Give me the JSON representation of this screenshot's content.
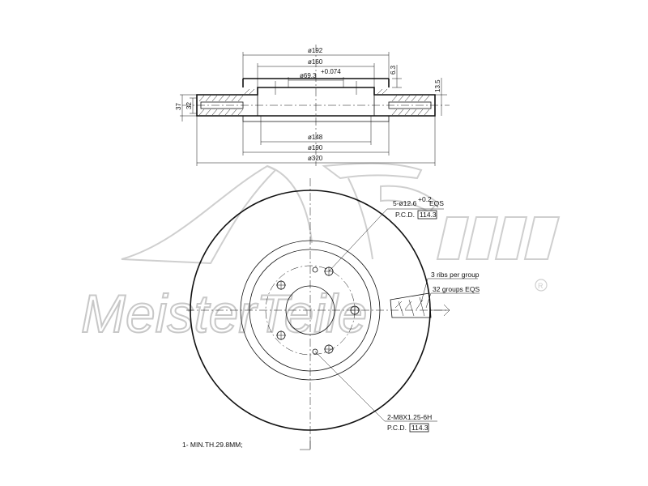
{
  "section_view": {
    "dims": {
      "d192": "ø192",
      "d160": "ø160",
      "d69": "ø69.3",
      "d69_tol": "+0.074",
      "h63": "6.3",
      "h135": "13.5",
      "h37": "37",
      "h32": "32",
      "d148": "ø148",
      "d190": "ø190",
      "d320": "ø320"
    }
  },
  "front_view": {
    "callouts": {
      "holes_main": "5-ø12.6",
      "holes_tol": "+0.2",
      "holes_eqs": "EQS",
      "pcd_label_1": "P.C.D.",
      "pcd_value_1": "114.3",
      "ribs_per_group": "3 ribs per group",
      "rib_groups": "32 groups EQS",
      "thread_spec": "2-M8X1.25-6H",
      "pcd_label_2": "P.C.D.",
      "pcd_value_2": "114.3"
    },
    "note": "1- MIN.TH.29.8MM;"
  },
  "watermark": {
    "logo_letters": "A.M.",
    "brand": "MeisterTeile",
    "mark": "R"
  }
}
